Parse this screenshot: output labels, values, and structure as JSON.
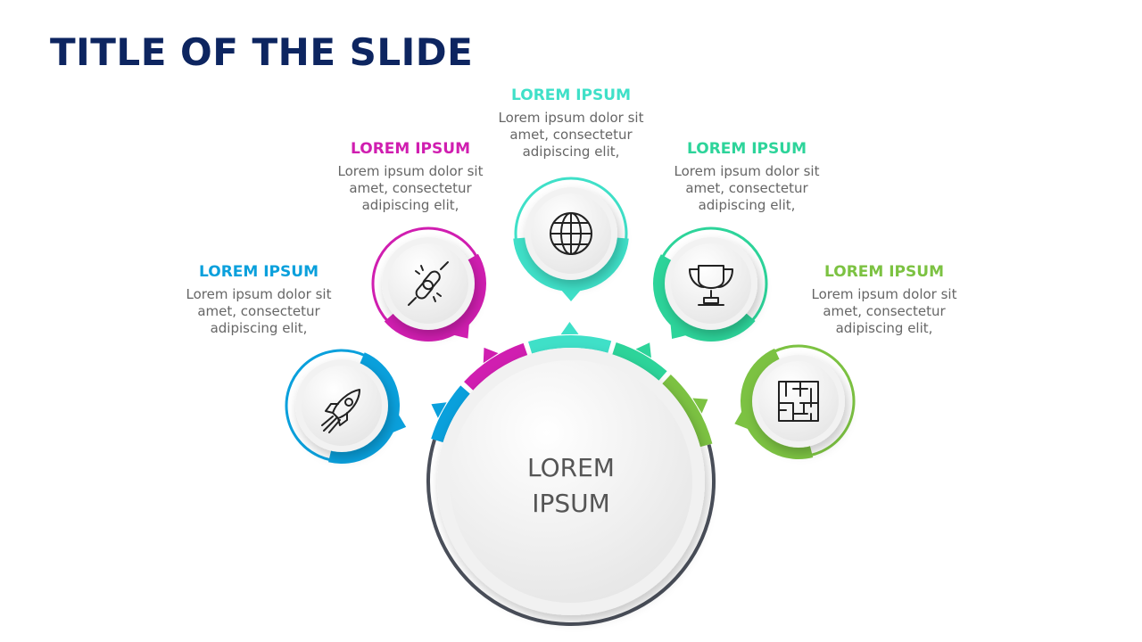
{
  "title": "TITLE OF THE SLIDE",
  "center": {
    "line1": "LOREM",
    "line2": "IPSUM",
    "ring_color": "#4a4f5a"
  },
  "items": [
    {
      "heading": "LOREM IPSUM",
      "line1": "Lorem ipsum dolor sit",
      "line2": "amet, consectetur",
      "line3": "adipiscing elit,",
      "color": "#0aa0dc",
      "icon": "rocket-icon"
    },
    {
      "heading": "LOREM IPSUM",
      "line1": "Lorem ipsum dolor sit",
      "line2": "amet, consectetur",
      "line3": "adipiscing elit,",
      "color": "#d01eb0",
      "icon": "broken-chain-icon"
    },
    {
      "heading": "LOREM IPSUM",
      "line1": "Lorem ipsum dolor sit",
      "line2": "amet, consectetur",
      "line3": "adipiscing elit,",
      "color": "#3fe0c8",
      "icon": "globe-icon"
    },
    {
      "heading": "LOREM IPSUM",
      "line1": "Lorem ipsum dolor sit",
      "line2": "amet, consectetur",
      "line3": "adipiscing elit,",
      "color": "#2dd49a",
      "icon": "trophy-icon"
    },
    {
      "heading": "LOREM IPSUM",
      "line1": "Lorem ipsum dolor sit",
      "line2": "amet, consectetur",
      "line3": "adipiscing elit,",
      "color": "#7cc242",
      "icon": "maze-icon"
    }
  ]
}
